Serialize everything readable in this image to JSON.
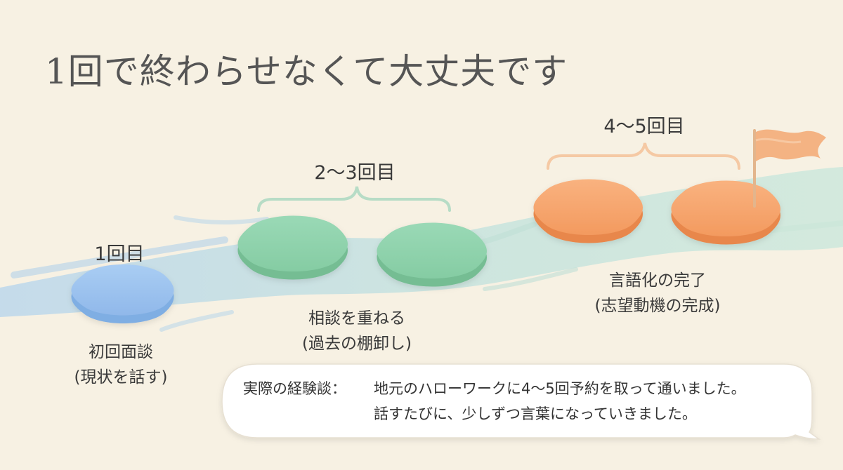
{
  "title": "1回で終わらせなくて大丈夫です",
  "stages": [
    {
      "label": "1回目",
      "caption_line1": "初回面談",
      "caption_line2": "(現状を話す)",
      "color": "#9cc2ee"
    },
    {
      "label": "2〜3回目",
      "caption_line1": "相談を重ねる",
      "caption_line2": "(過去の棚卸し)",
      "color": "#8fd3ad"
    },
    {
      "label": "4〜5回目",
      "caption_line1": "言語化の完了",
      "caption_line2": "(志望動機の完成)",
      "color": "#f7a46c"
    }
  ],
  "flag": {
    "icon": "flag-icon",
    "color": "#f4b383"
  },
  "callout": {
    "label": "実際の経験談：",
    "line1": "地元のハローワークに4〜5回予約を取って通いました。",
    "line2": "話すたびに、少しずつ言葉になっていきました。"
  }
}
